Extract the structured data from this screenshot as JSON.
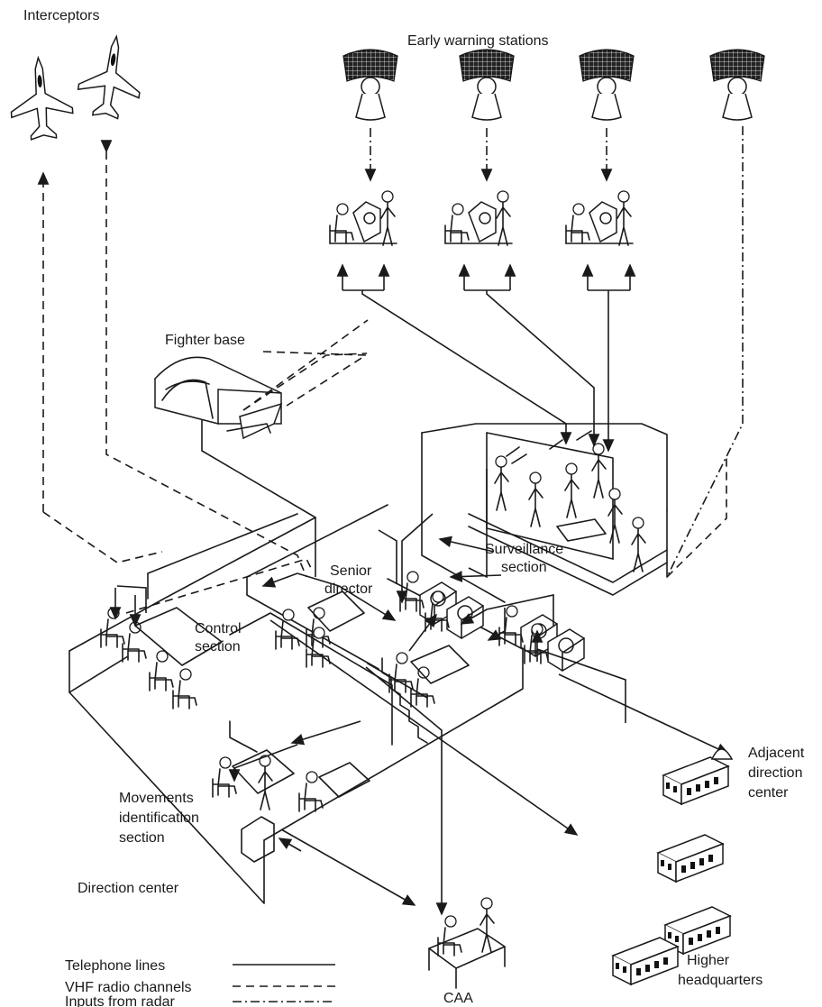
{
  "labels": {
    "interceptors": "Interceptors",
    "early_warning": "Early warning stations",
    "fighter_base": "Fighter base",
    "senior_director_1": "Senior",
    "senior_director_2": "director",
    "control_1": "Control",
    "control_2": "section",
    "surveillance_1": "Surveillance",
    "surveillance_2": "section",
    "movements_1": "Movements",
    "movements_2": "identification",
    "movements_3": "section",
    "direction_center": "Direction center",
    "adjacent_1": "Adjacent",
    "adjacent_2": "direction",
    "adjacent_3": "center",
    "higher_1": "Higher",
    "higher_2": "headquarters",
    "caa": "CAA"
  },
  "legend": {
    "telephone": "Telephone lines",
    "vhf": "VHF radio channels",
    "radar": "Inputs from radar"
  }
}
